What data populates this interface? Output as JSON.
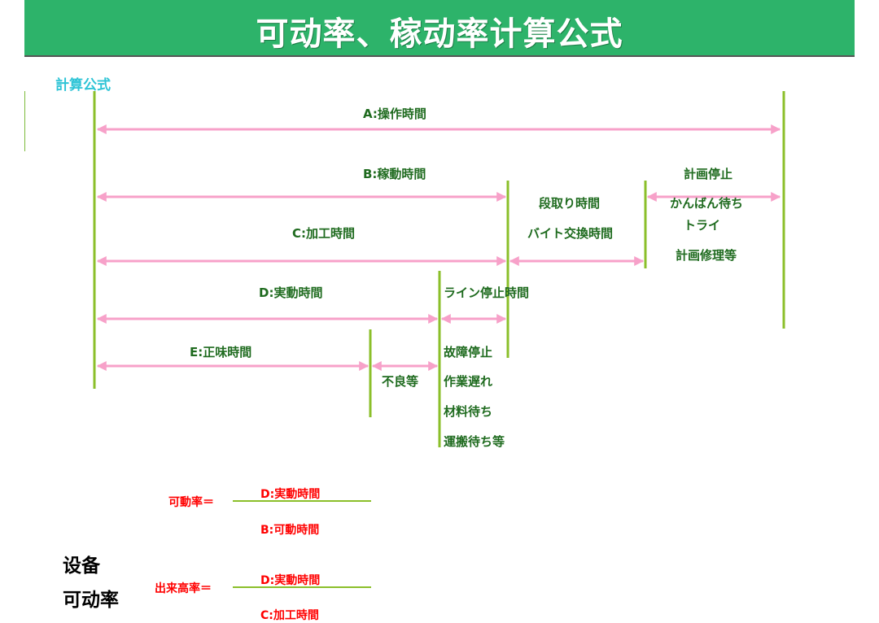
{
  "title": "可动率、稼动率计算公式",
  "section_label": "計算公式",
  "labels": {
    "a": "A:操作時間",
    "b": "B:稼動時間",
    "plan_stop": "計画停止",
    "changeover": "段取り時間",
    "kanban": "かんばん待ち",
    "trial": "トライ",
    "c": "C:加工時間",
    "bite": "バイト交換時間",
    "plan_repair": "計画修理等",
    "d": "D:実動時間",
    "line_stop": "ライン停止時間",
    "e": "E:正味時間",
    "breakdown": "故障停止",
    "defect": "不良等",
    "work_delay": "作業遅れ",
    "material_wait": "材料待ち",
    "transport_wait": "運搬待ち等"
  },
  "formulas": {
    "availability_name": "可動率＝",
    "availability_num": "D:実動時間",
    "availability_den": "B:可動時間",
    "output_name": "出来高率＝",
    "output_num": "D:実動時間",
    "output_den": "C:加工時間"
  },
  "equipment": {
    "line1": "设备",
    "line2": "可动率"
  },
  "colors": {
    "banner": "#2db36a",
    "arrow": "#f7a1c9",
    "divider": "#8bbf2a",
    "label": "#1f6b1f",
    "formula": "#ff0000",
    "section": "#2ec4d6"
  }
}
